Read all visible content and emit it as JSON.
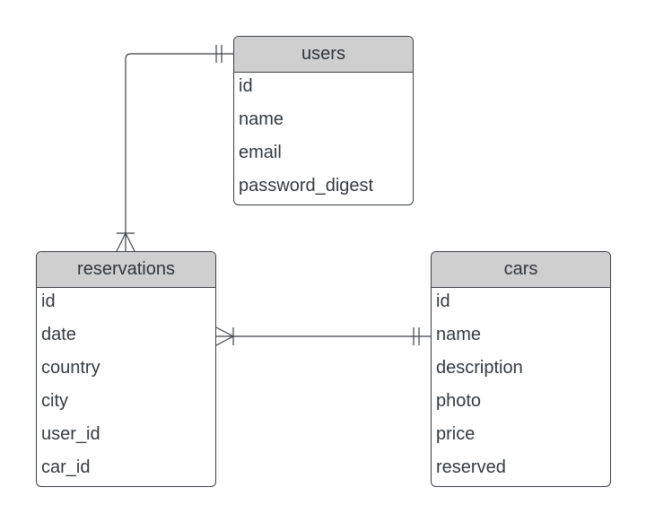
{
  "diagram": {
    "entities": [
      {
        "key": "users",
        "name": "users",
        "attributes": [
          "id",
          "name",
          "email",
          "password_digest"
        ]
      },
      {
        "key": "reservations",
        "name": "reservations",
        "attributes": [
          "id",
          "date",
          "country",
          "city",
          "user_id",
          "car_id"
        ]
      },
      {
        "key": "cars",
        "name": "cars",
        "attributes": [
          "id",
          "name",
          "description",
          "photo",
          "price",
          "reserved"
        ]
      }
    ],
    "relationships": [
      {
        "from": "users",
        "from_cardinality": "one-and-only-one",
        "to": "reservations",
        "to_cardinality": "one-or-many"
      },
      {
        "from": "cars",
        "from_cardinality": "one-and-only-one",
        "to": "reservations",
        "to_cardinality": "one-or-many"
      }
    ],
    "colors": {
      "header": "#cfcfcf",
      "line": "#3d4247",
      "text": "#333a40"
    }
  }
}
